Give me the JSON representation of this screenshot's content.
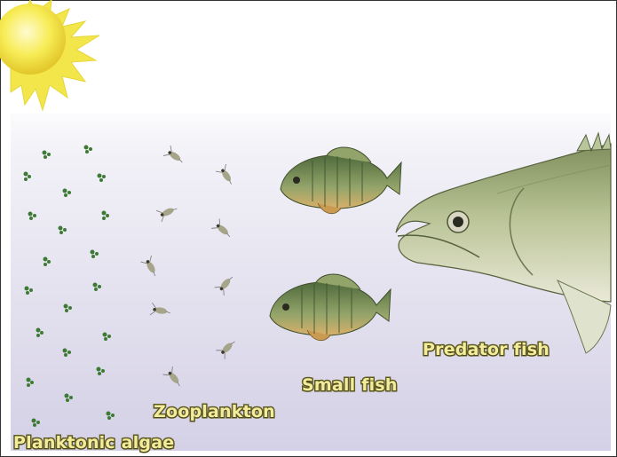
{
  "labels": {
    "planktonic_algae": "Planktonic algae",
    "zooplankton": "Zooplankton",
    "small_fish": "Small fish",
    "predator_fish": "Predator fish"
  },
  "icons": [
    "sun-icon",
    "algae-icon",
    "zooplankton-icon",
    "small-fish-icon",
    "predator-fish-icon"
  ],
  "colors": {
    "water_top": "#f7f6fb",
    "water_bottom": "#d6d2e8",
    "sun": "#f6e94a",
    "label_fill": "#f3ec9c",
    "label_stroke": "#5e5a22"
  }
}
